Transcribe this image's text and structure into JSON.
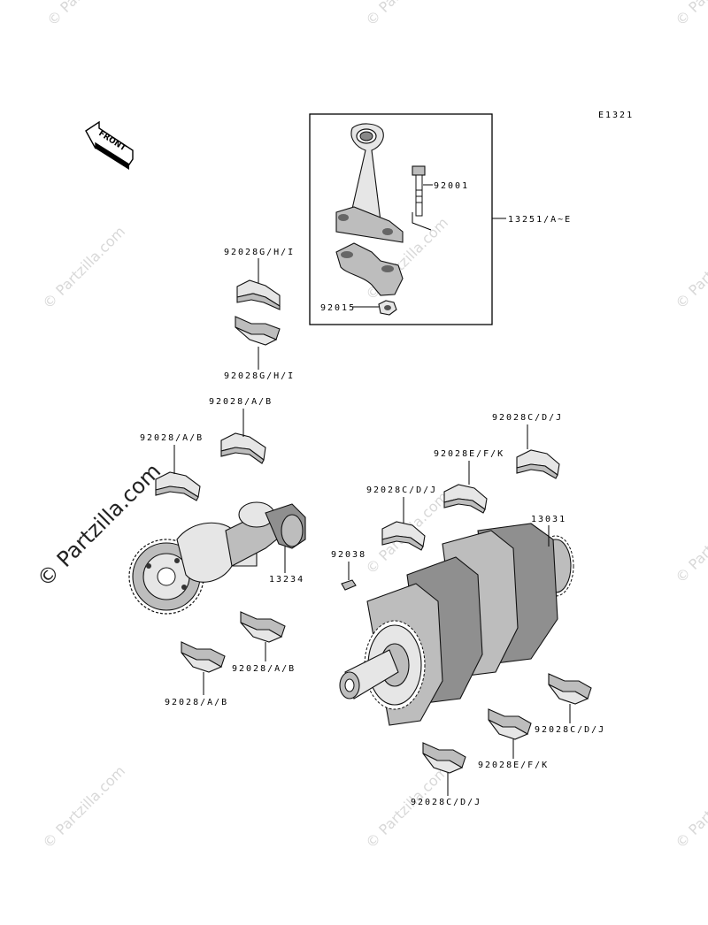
{
  "diagram_code": "E1321",
  "front_label": "FRONT",
  "watermark": {
    "text": "Partzilla.com",
    "symbol": "©"
  },
  "parts": {
    "p92001": "92001",
    "p13251": "13251/A~E",
    "p92015": "92015",
    "p92028GHI_top": "92028G/H/I",
    "p92028GHI_bottom": "92028G/H/I",
    "p92028AB_1": "92028/A/B",
    "p92028AB_2": "92028/A/B",
    "p13234": "13234",
    "p92028AB_3": "92028/A/B",
    "p92028AB_4": "92028/A/B",
    "p92028CDJ_1": "92028C/D/J",
    "p92028EFK_1": "92028E/F/K",
    "p92028CDJ_2": "92028C/D/J",
    "p13031": "13031",
    "p92038": "92038",
    "p92028CDJ_3": "92028C/D/J",
    "p92028EFK_2": "92028E/F/K",
    "p92028CDJ_4": "92028C/D/J"
  }
}
